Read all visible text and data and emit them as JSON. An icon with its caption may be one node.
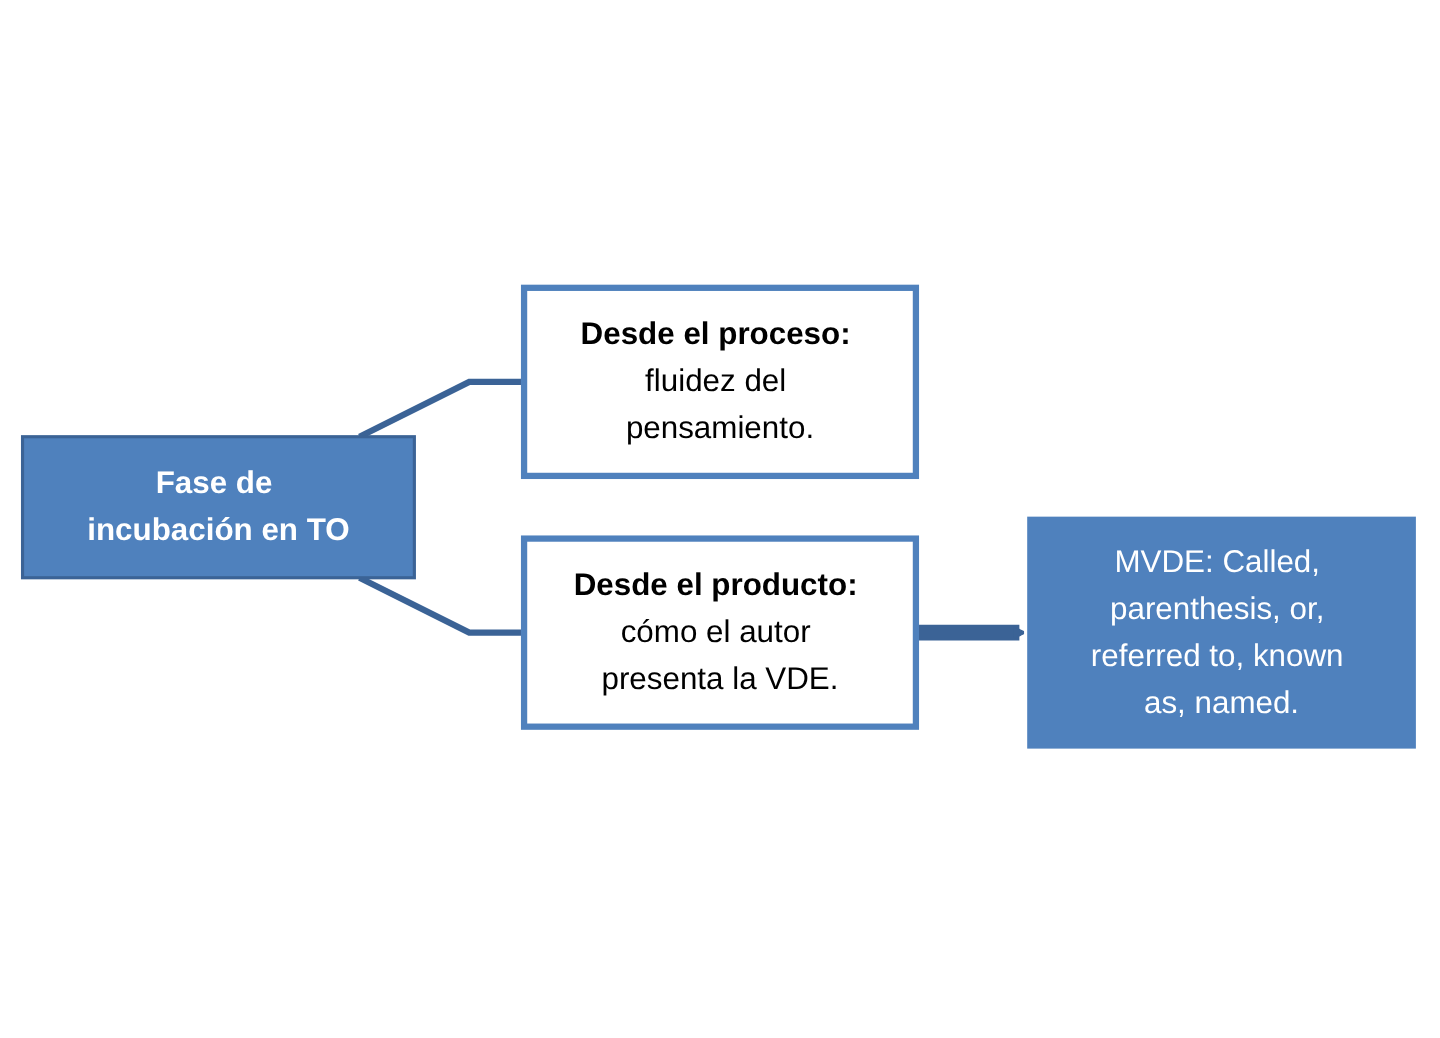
{
  "diagram": {
    "nodes": [
      {
        "text": [
          "Fase de incubación en TO"
        ]
      },
      {
        "text": [
          "**Desde el proceso:** fluidez del pensamiento."
        ]
      },
      {
        "text": [
          "**Desde el producto:** cómo el autor presenta la VDE."
        ]
      },
      {
        "text": [
          "MVDE: Called, parenthesis, or, referred to, known as, named."
        ]
      }
    ],
    "edges": [
      {
        "from": 0,
        "to": 1,
        "arrow": "none"
      },
      {
        "from": 0,
        "to": 2,
        "arrow": "none"
      },
      {
        "from": 2,
        "to": 3,
        "arrow": "to",
        "style": "thick"
      }
    ]
  }
}
